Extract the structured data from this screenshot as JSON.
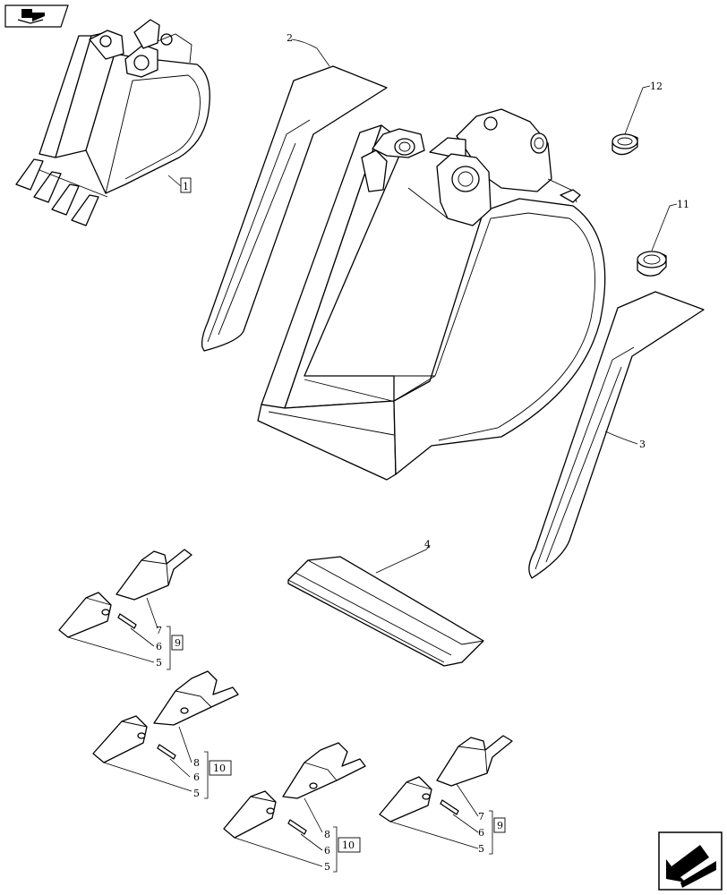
{
  "header": {
    "nav_icon": "book-arrow-icon"
  },
  "footer": {
    "nav_icon": "next-page-arrow-icon"
  },
  "callouts": {
    "c1": "1",
    "c2": "2",
    "c3": "3",
    "c4": "4",
    "c11": "11",
    "c12": "12",
    "g1": {
      "n7": "7",
      "n6": "6",
      "n5": "5",
      "kit": "9"
    },
    "g2": {
      "n8": "8",
      "n6": "6",
      "n5": "5",
      "kit": "10"
    },
    "g3": {
      "n8": "8",
      "n6": "6",
      "n5": "5",
      "kit": "10"
    },
    "g4": {
      "n7": "7",
      "n6": "6",
      "n5": "5",
      "kit": "9"
    }
  }
}
